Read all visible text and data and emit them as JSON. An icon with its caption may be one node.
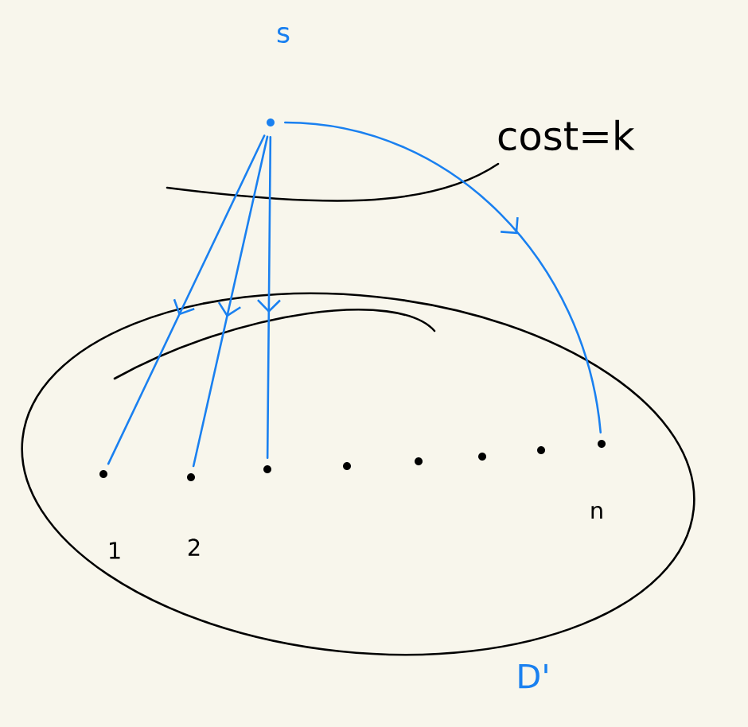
{
  "diagram": {
    "nodes": [
      {
        "text": [
          "D'"
        ]
      },
      {
        "text": [
          "s"
        ]
      },
      {
        "text": [
          "1"
        ],
        "in": 0
      },
      {
        "text": [
          "2"
        ],
        "in": 0
      },
      {
        "text": [],
        "shape": "circle",
        "in": 0
      },
      {
        "text": [],
        "shape": "circle",
        "in": 0
      },
      {
        "text": [],
        "shape": "circle",
        "in": 0
      },
      {
        "text": [],
        "shape": "circle",
        "in": 0
      },
      {
        "text": [],
        "shape": "circle",
        "in": 0
      },
      {
        "text": [
          "n"
        ],
        "in": 0
      }
    ],
    "edges": [
      {
        "from": 1,
        "to": 2,
        "arrow": "to"
      },
      {
        "from": 1,
        "to": 3,
        "arrow": "to"
      },
      {
        "from": 1,
        "to": 4,
        "arrow": "to"
      },
      {
        "from": 1,
        "to": 9,
        "arrow": "to"
      }
    ],
    "labels": [
      "cost=k"
    ]
  }
}
